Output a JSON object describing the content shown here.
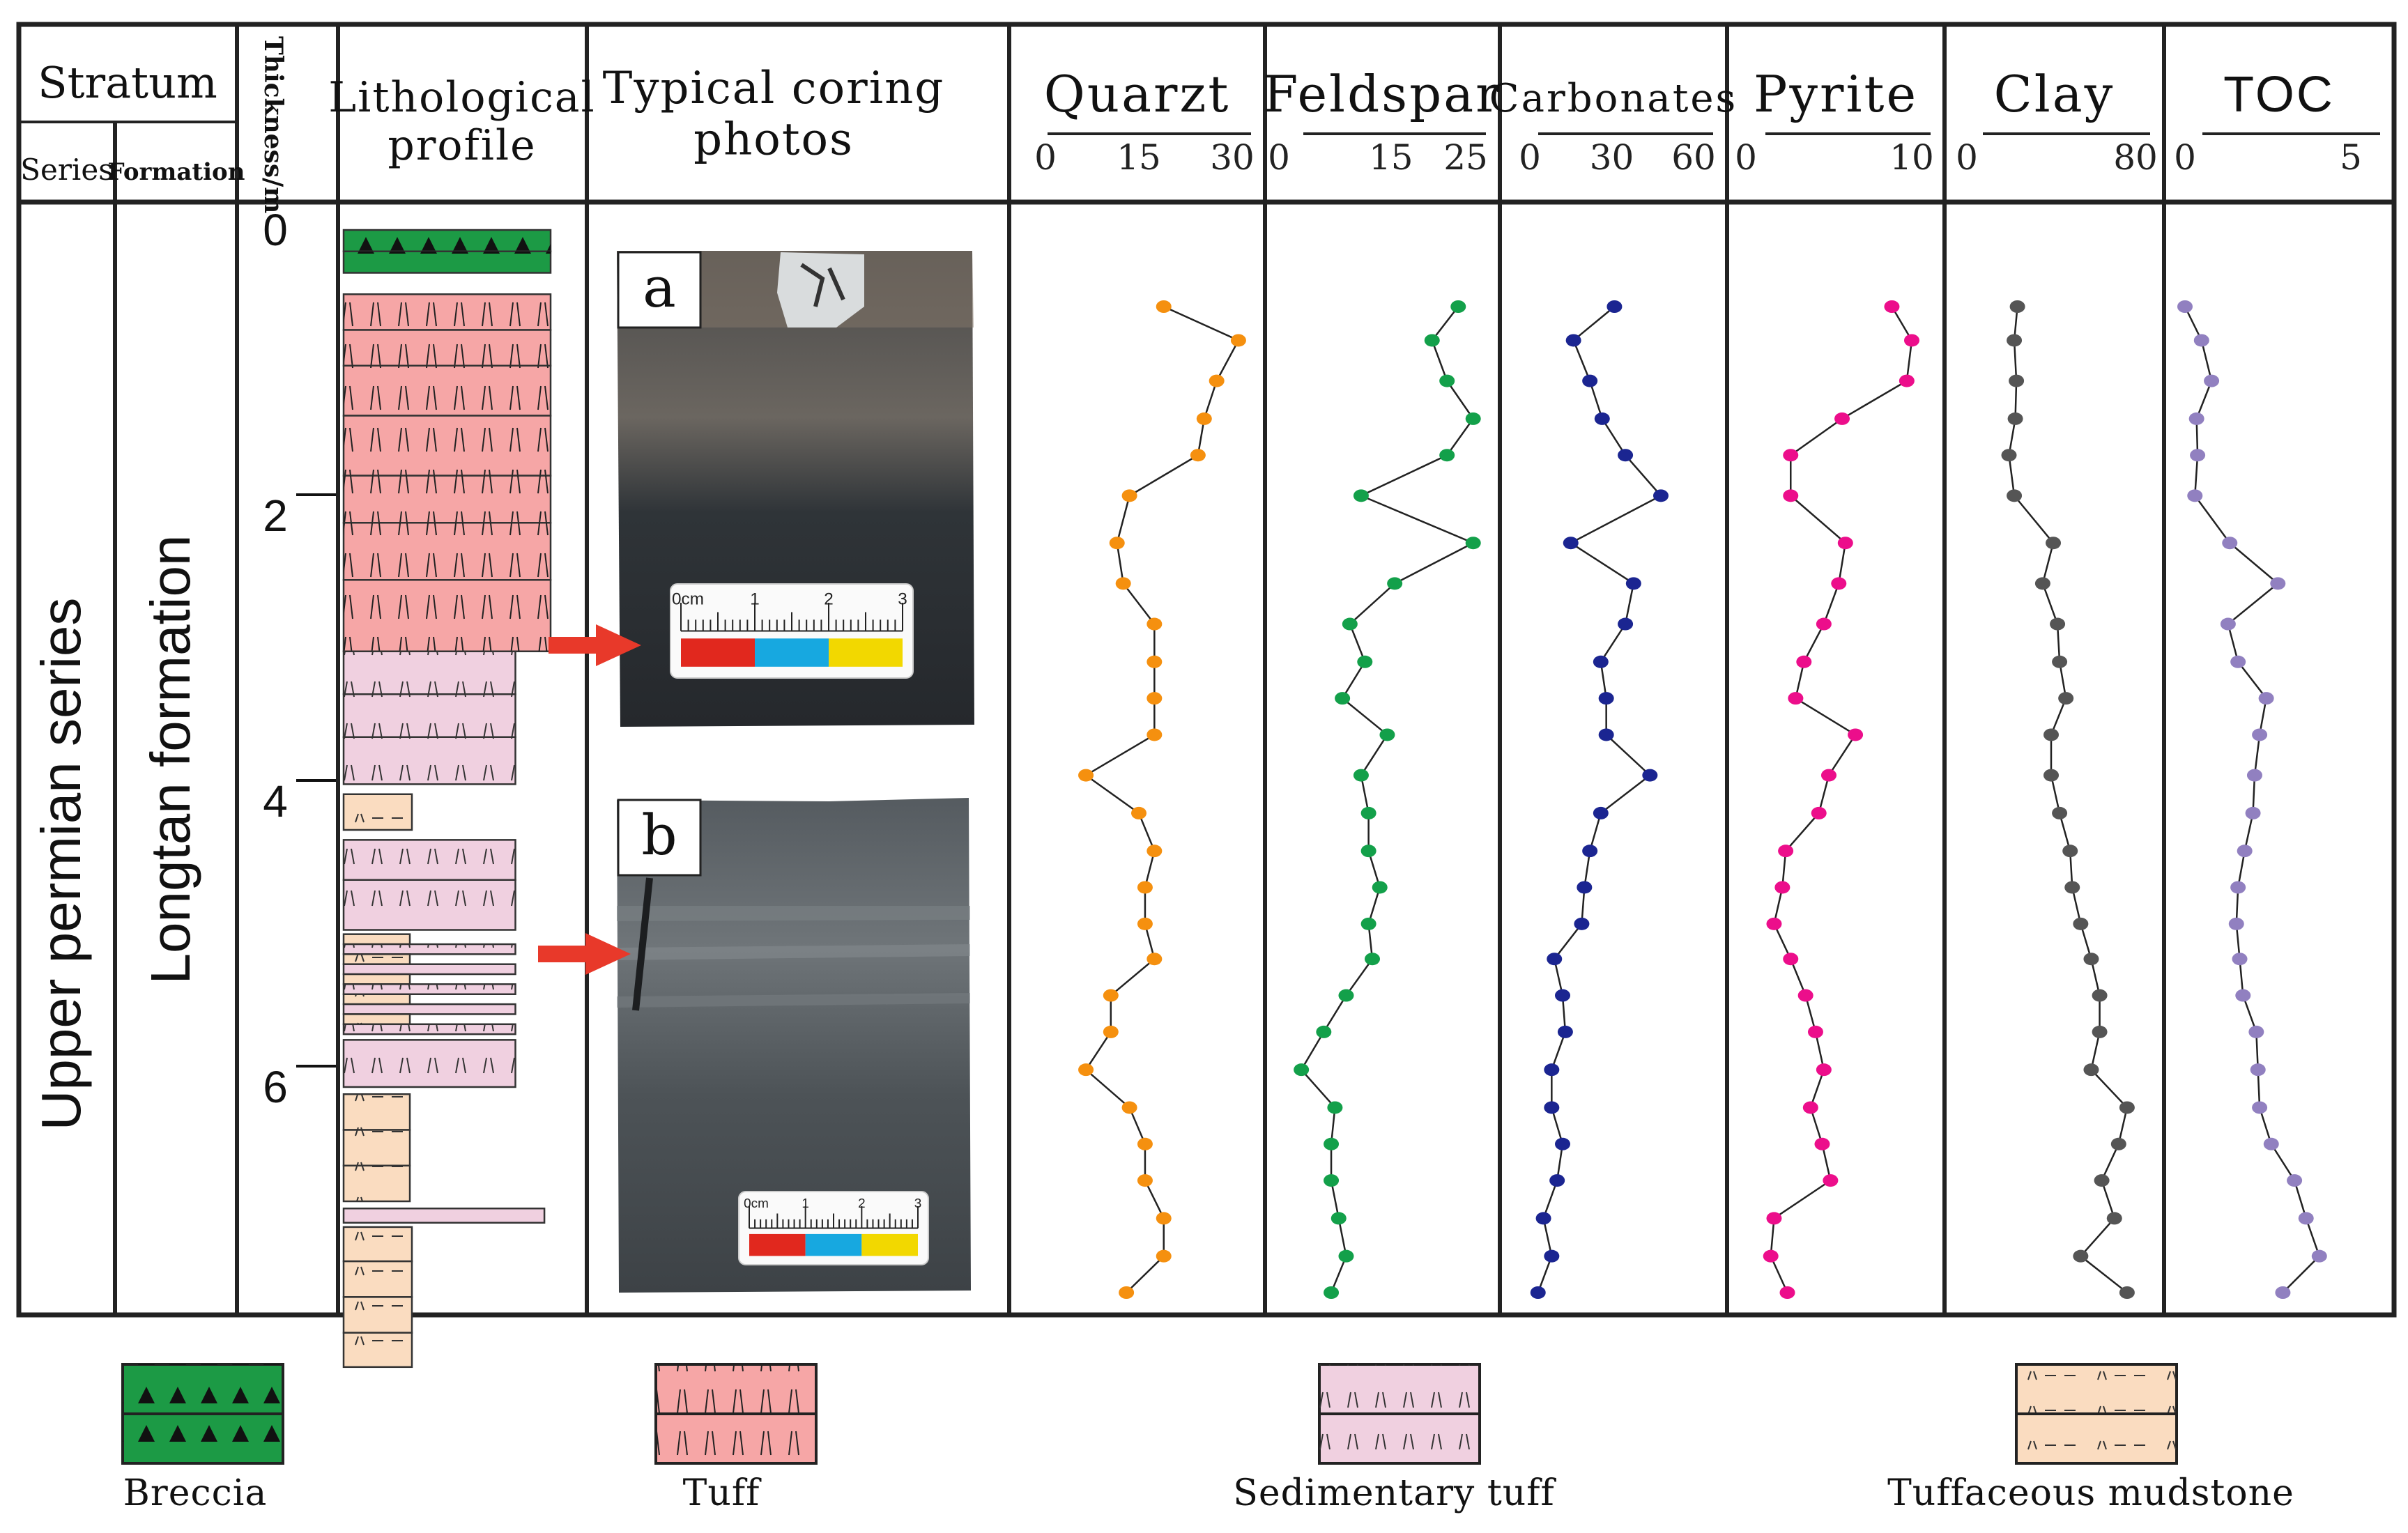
{
  "headers": {
    "stratum": "Stratum",
    "series": "Series",
    "formation": "Formation",
    "thickness": "Thickness/m",
    "lithological_profile": "Lithological profile",
    "typical_coring_photos": "Typical coring photos"
  },
  "stratum": {
    "series": "Upper permian series",
    "formation": "Longtan formation"
  },
  "depth_ticks": [
    "0",
    "2",
    "4",
    "6"
  ],
  "photos": {
    "a_label": "a",
    "b_label": "b",
    "scale_cm": "0cm",
    "scale_1": "1",
    "scale_2": "2",
    "scale_3": "3",
    "scale_colors": [
      "#e1281e",
      "#17a8e0",
      "#f2d800"
    ]
  },
  "colors": {
    "breccia_fill": "#1c9a45",
    "tuff_fill": "#f6a6a6",
    "sedimentary_tuff_fill": "#f0d0e0",
    "tuffaceous_mudstone_fill": "#fadcc0",
    "arrow": "#e8392a",
    "quartz": "#f5900f",
    "feldspar": "#13a04a",
    "carbonates": "#1b2591",
    "pyrite": "#ec0e8b",
    "clay": "#555555",
    "toc": "#9180c0"
  },
  "legend": {
    "breccia": "Breccia",
    "tuff": "Tuff",
    "sedimentary_tuff": "Sedimentary tuff",
    "tuffaceous_mudstone": "Tuffaceous mudstone"
  },
  "lithology_layers": [
    {
      "top": 0.0,
      "bottom": 0.15,
      "type": "breccia",
      "width": 1.0
    },
    {
      "top": 0.15,
      "bottom": 0.3,
      "type": "breccia",
      "width": 1.0
    },
    {
      "top": 0.45,
      "bottom": 0.7,
      "type": "tuff",
      "width": 1.0
    },
    {
      "top": 0.7,
      "bottom": 0.95,
      "type": "tuff",
      "width": 1.0
    },
    {
      "top": 0.95,
      "bottom": 1.3,
      "type": "tuff",
      "width": 1.0
    },
    {
      "top": 1.3,
      "bottom": 1.72,
      "type": "tuff",
      "width": 1.0
    },
    {
      "top": 1.72,
      "bottom": 2.05,
      "type": "tuff",
      "width": 1.0
    },
    {
      "top": 2.05,
      "bottom": 2.45,
      "type": "tuff",
      "width": 1.0
    },
    {
      "top": 2.45,
      "bottom": 2.95,
      "type": "tuff",
      "width": 1.0
    },
    {
      "top": 2.95,
      "bottom": 3.25,
      "type": "sedimentary_tuff",
      "width": 0.83
    },
    {
      "top": 3.25,
      "bottom": 3.55,
      "type": "sedimentary_tuff",
      "width": 0.83
    },
    {
      "top": 3.55,
      "bottom": 3.88,
      "type": "sedimentary_tuff",
      "width": 0.83
    },
    {
      "top": 3.95,
      "bottom": 4.2,
      "type": "tuffaceous_mudstone",
      "width": 0.33
    },
    {
      "top": 4.27,
      "bottom": 4.55,
      "type": "sedimentary_tuff",
      "width": 0.83
    },
    {
      "top": 4.55,
      "bottom": 4.9,
      "type": "sedimentary_tuff",
      "width": 0.83
    },
    {
      "top": 4.93,
      "bottom": 5.0,
      "type": "tuffaceous_mudstone",
      "width": 0.32
    },
    {
      "top": 5.0,
      "bottom": 5.07,
      "type": "sedimentary_tuff",
      "width": 0.83
    },
    {
      "top": 5.07,
      "bottom": 5.14,
      "type": "tuffaceous_mudstone",
      "width": 0.32
    },
    {
      "top": 5.14,
      "bottom": 5.21,
      "type": "sedimentary_tuff",
      "width": 0.83
    },
    {
      "top": 5.21,
      "bottom": 5.28,
      "type": "tuffaceous_mudstone",
      "width": 0.32
    },
    {
      "top": 5.28,
      "bottom": 5.35,
      "type": "sedimentary_tuff",
      "width": 0.83
    },
    {
      "top": 5.35,
      "bottom": 5.42,
      "type": "tuffaceous_mudstone",
      "width": 0.32
    },
    {
      "top": 5.42,
      "bottom": 5.49,
      "type": "sedimentary_tuff",
      "width": 0.83
    },
    {
      "top": 5.49,
      "bottom": 5.56,
      "type": "tuffaceous_mudstone",
      "width": 0.32
    },
    {
      "top": 5.56,
      "bottom": 5.63,
      "type": "sedimentary_tuff",
      "width": 0.83
    },
    {
      "top": 5.67,
      "bottom": 6.0,
      "type": "sedimentary_tuff",
      "width": 0.83
    },
    {
      "top": 6.05,
      "bottom": 6.3,
      "type": "tuffaceous_mudstone",
      "width": 0.32
    },
    {
      "top": 6.3,
      "bottom": 6.55,
      "type": "tuffaceous_mudstone",
      "width": 0.32
    },
    {
      "top": 6.55,
      "bottom": 6.8,
      "type": "tuffaceous_mudstone",
      "width": 0.32
    },
    {
      "top": 6.85,
      "bottom": 6.95,
      "type": "sedimentary_tuff",
      "width": 0.97
    },
    {
      "top": 6.98,
      "bottom": 7.22,
      "type": "tuffaceous_mudstone",
      "width": 0.33
    },
    {
      "top": 7.22,
      "bottom": 7.47,
      "type": "tuffaceous_mudstone",
      "width": 0.33
    },
    {
      "top": 7.47,
      "bottom": 7.72,
      "type": "tuffaceous_mudstone",
      "width": 0.33
    },
    {
      "top": 7.72,
      "bottom": 7.96,
      "type": "tuffaceous_mudstone",
      "width": 0.33
    }
  ],
  "chart_data": {
    "type": "line",
    "orientation": "vertical-profile",
    "depth_axis": {
      "label": "Thickness/m",
      "ticks": [
        0,
        2,
        4,
        6
      ],
      "range": [
        0,
        8
      ]
    },
    "depths": [
      0.55,
      0.8,
      1.1,
      1.38,
      1.65,
      1.95,
      2.3,
      2.6,
      2.9,
      3.18,
      3.45,
      3.72,
      4.02,
      4.3,
      4.58,
      4.85,
      5.12,
      5.38,
      5.65,
      5.92,
      6.2,
      6.48,
      6.75,
      7.02,
      7.3,
      7.58,
      7.85
    ],
    "series": [
      {
        "name": "Quarzt",
        "ticks": [
          "0",
          "15",
          "30"
        ],
        "range": [
          0,
          30
        ],
        "values": [
          19,
          31,
          27.5,
          25.5,
          24.5,
          13.5,
          11.5,
          12.5,
          17.5,
          17.5,
          17.5,
          17.5,
          6.5,
          15,
          17.5,
          16,
          16,
          17.5,
          10.5,
          10.5,
          6.5,
          13.5,
          16,
          16,
          19,
          19,
          13
        ]
      },
      {
        "name": "Feldspar",
        "ticks": [
          "0",
          "15",
          "25"
        ],
        "range": [
          0,
          25
        ],
        "values": [
          24,
          20.5,
          22.5,
          26,
          22.5,
          11,
          26,
          15.5,
          9.5,
          11.5,
          8.5,
          14.5,
          11,
          12,
          12,
          13.5,
          12,
          12.5,
          9,
          6,
          3,
          7.5,
          7,
          7,
          8,
          9,
          7
        ]
      },
      {
        "name": "Carbonates",
        "ticks": [
          "0",
          "30",
          "60"
        ],
        "range": [
          0,
          60
        ],
        "values": [
          31,
          16,
          22,
          26.5,
          35,
          48,
          15,
          38,
          35,
          26,
          28,
          28,
          44,
          26,
          22,
          20,
          19,
          9,
          12,
          13,
          8,
          8,
          12,
          10,
          5,
          8,
          3
        ]
      },
      {
        "name": "Pyrite",
        "ticks": [
          "0",
          "10"
        ],
        "range": [
          0,
          10
        ],
        "values": [
          8.8,
          10,
          9.7,
          5.8,
          2.7,
          2.7,
          6,
          5.6,
          4.7,
          3.5,
          3,
          6.6,
          5,
          4.4,
          2.4,
          2.2,
          1.7,
          2.7,
          3.6,
          4.2,
          4.7,
          3.9,
          4.6,
          5.1,
          1.7,
          1.5,
          2.5
        ]
      },
      {
        "name": "Clay",
        "ticks": [
          "0",
          "80"
        ],
        "range": [
          0,
          80
        ],
        "values": [
          24,
          22.5,
          23.5,
          23,
          20,
          22.5,
          41,
          36,
          43,
          44,
          47,
          40,
          40,
          44,
          49,
          50,
          54,
          59,
          63,
          63,
          59,
          76,
          72,
          64,
          70,
          54,
          76
        ]
      },
      {
        "name": "TOC",
        "ticks": [
          "0",
          "5"
        ],
        "range": [
          0,
          5
        ],
        "values": [
          0,
          0.5,
          0.8,
          0.35,
          0.38,
          0.3,
          1.35,
          2.8,
          1.3,
          1.6,
          2.45,
          2.25,
          2.1,
          2.05,
          1.8,
          1.6,
          1.55,
          1.65,
          1.75,
          2.15,
          2.2,
          2.25,
          2.6,
          3.3,
          3.65,
          4.05,
          2.95
        ]
      }
    ]
  }
}
